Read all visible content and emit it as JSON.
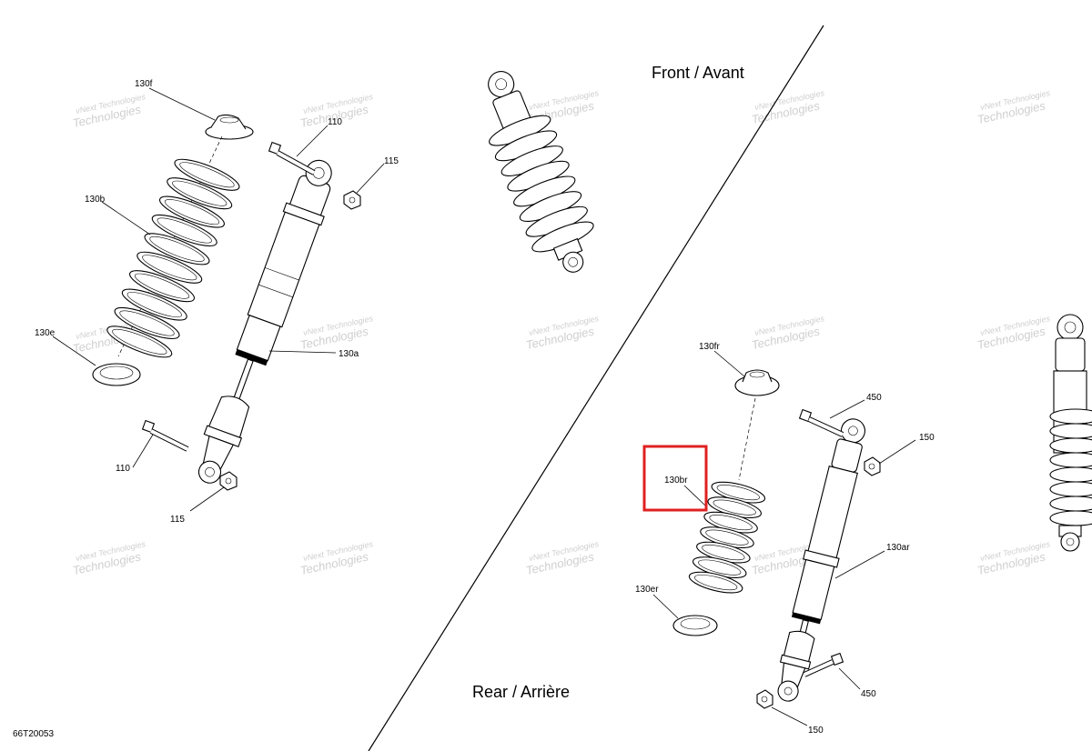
{
  "diagram": {
    "sections": {
      "front": "Front / Avant",
      "rear": "Rear / Arrière"
    },
    "document_id": "66T20053",
    "watermark": {
      "line1": "vNext Technologies",
      "line2": "Technologies"
    },
    "callouts": {
      "f_130f": "130f",
      "f_110_top": "110",
      "f_115_top": "115",
      "f_130b": "130b",
      "f_130e": "130e",
      "f_130a": "130a",
      "f_110_bot": "110",
      "f_115_bot": "115",
      "r_130fr": "130fr",
      "r_450_top": "450",
      "r_150_top": "150",
      "r_130br": "130br",
      "r_130ar": "130ar",
      "r_130er": "130er",
      "r_450_bot": "450",
      "r_150_bot": "150"
    },
    "highlight": {
      "target": "130br",
      "color": "#e02020"
    }
  }
}
